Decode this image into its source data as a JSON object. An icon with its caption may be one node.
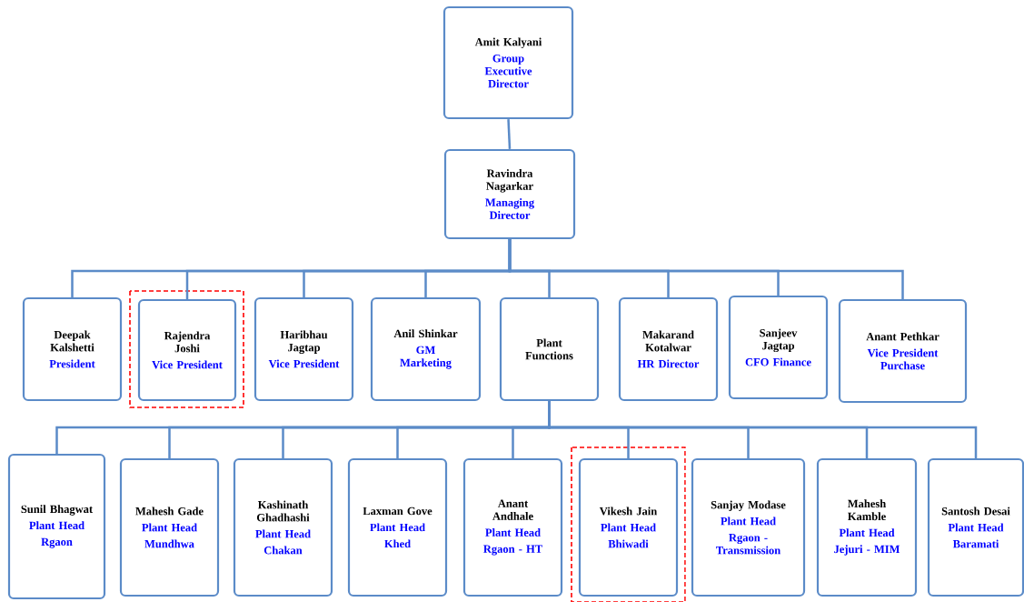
{
  "diagram": {
    "nodes": [
      {
        "text": [
          "Amit Kalyani",
          "Group Executive Director"
        ]
      },
      {
        "text": [
          "Ravindra Nagarkar",
          "Managing Director"
        ]
      },
      {
        "text": [
          "Deepak Kalshetti",
          "President"
        ]
      },
      {
        "text": [
          "Rajendra Joshi",
          "Vice President"
        ]
      },
      {
        "text": [
          "Haribhau Jagtap",
          "Vice President"
        ]
      },
      {
        "text": [
          "Anil Shinkar",
          "GM Marketing"
        ]
      },
      {
        "text": [
          "Plant Functions"
        ]
      },
      {
        "text": [
          "Makarand Kotalwar",
          "HR Director"
        ]
      },
      {
        "text": [
          "Sanjeev Jagtap",
          "CFO Finance"
        ]
      },
      {
        "text": [
          "Anant Pethkar",
          "Vice President Purchase"
        ]
      },
      {
        "text": [
          "Sunil Bhagwat",
          "Plant Head",
          "Rgaon"
        ]
      },
      {
        "text": [
          "Mahesh Gade",
          "Plant Head",
          "Mundhwa"
        ]
      },
      {
        "text": [
          "Kashinath Ghadhashi",
          "Plant Head",
          "Chakan"
        ]
      },
      {
        "text": [
          "Laxman Gove",
          "Plant Head",
          "Khed"
        ]
      },
      {
        "text": [
          "Anant Andhale",
          "Plant Head",
          "Rgaon - HT"
        ]
      },
      {
        "text": [
          "Vikesh Jain",
          "Plant Head",
          "Bhiwadi"
        ]
      },
      {
        "text": [
          "Sanjay Modase",
          "Plant Head",
          "Rgaon - Transmission"
        ]
      },
      {
        "text": [
          "Mahesh Kamble",
          "Plant Head",
          "Jejuri - MIM"
        ]
      },
      {
        "text": [
          "Santosh Desai",
          "Plant Head",
          "Baramati"
        ]
      }
    ],
    "edges": [
      {
        "from": 0,
        "to": 1,
        "arrow": "none"
      },
      {
        "from": 1,
        "to": 2,
        "arrow": "none"
      },
      {
        "from": 1,
        "to": 3,
        "arrow": "none"
      },
      {
        "from": 1,
        "to": 4,
        "arrow": "none"
      },
      {
        "from": 1,
        "to": 5,
        "arrow": "none"
      },
      {
        "from": 1,
        "to": 6,
        "arrow": "none"
      },
      {
        "from": 1,
        "to": 7,
        "arrow": "none"
      },
      {
        "from": 1,
        "to": 8,
        "arrow": "none"
      },
      {
        "from": 1,
        "to": 9,
        "arrow": "none"
      },
      {
        "from": 6,
        "to": 10,
        "arrow": "none"
      },
      {
        "from": 6,
        "to": 11,
        "arrow": "none"
      },
      {
        "from": 6,
        "to": 12,
        "arrow": "none"
      },
      {
        "from": 6,
        "to": 13,
        "arrow": "none"
      },
      {
        "from": 6,
        "to": 14,
        "arrow": "none"
      },
      {
        "from": 6,
        "to": 15,
        "arrow": "none"
      },
      {
        "from": 6,
        "to": 16,
        "arrow": "none"
      },
      {
        "from": 6,
        "to": 17,
        "arrow": "none"
      },
      {
        "from": 6,
        "to": 18,
        "arrow": "none"
      }
    ]
  }
}
